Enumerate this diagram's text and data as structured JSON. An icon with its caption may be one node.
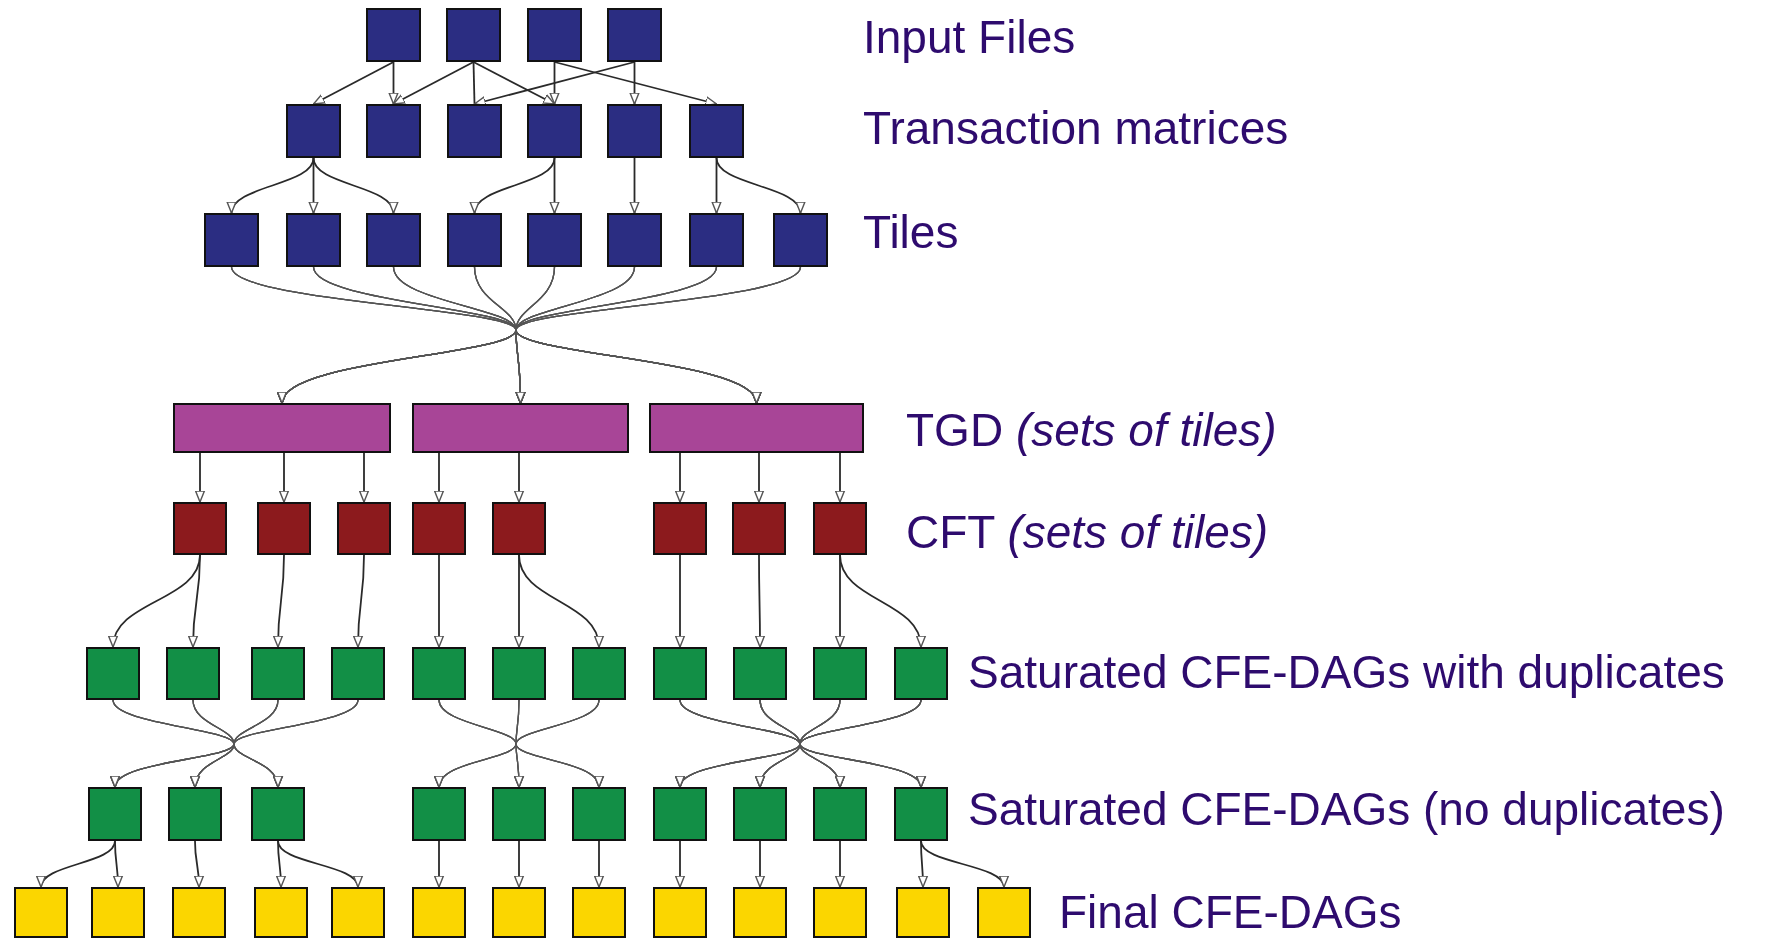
{
  "diagram": {
    "nodes": [
      {
        "text": [],
        "shape": "box"
      },
      {
        "text": [],
        "shape": "box"
      },
      {
        "text": [],
        "shape": "box"
      },
      {
        "text": [],
        "shape": "box"
      },
      {
        "text": [],
        "shape": "box"
      },
      {
        "text": [],
        "shape": "box"
      },
      {
        "text": [],
        "shape": "box"
      },
      {
        "text": [],
        "shape": "box"
      },
      {
        "text": [],
        "shape": "box"
      },
      {
        "text": [],
        "shape": "box"
      },
      {
        "text": [],
        "shape": "box"
      },
      {
        "text": [],
        "shape": "box"
      },
      {
        "text": [],
        "shape": "box"
      },
      {
        "text": [],
        "shape": "box"
      },
      {
        "text": [],
        "shape": "box"
      },
      {
        "text": [],
        "shape": "box"
      },
      {
        "text": [],
        "shape": "box"
      },
      {
        "text": [],
        "shape": "box"
      },
      {
        "text": [],
        "shape": "box"
      },
      {
        "text": [],
        "shape": "box"
      },
      {
        "text": [],
        "shape": "box"
      },
      {
        "text": [],
        "shape": "box"
      },
      {
        "text": [],
        "shape": "box"
      },
      {
        "text": [],
        "shape": "box"
      },
      {
        "text": [],
        "shape": "box"
      },
      {
        "text": [],
        "shape": "box"
      },
      {
        "text": [],
        "shape": "box"
      },
      {
        "text": [],
        "shape": "box"
      },
      {
        "text": [],
        "shape": "box"
      },
      {
        "text": [],
        "shape": "box"
      },
      {
        "text": [],
        "shape": "box"
      },
      {
        "text": [],
        "shape": "box"
      },
      {
        "text": [],
        "shape": "box"
      },
      {
        "text": [],
        "shape": "box"
      },
      {
        "text": [],
        "shape": "box"
      },
      {
        "text": [],
        "shape": "box"
      },
      {
        "text": [],
        "shape": "box"
      },
      {
        "text": [],
        "shape": "box"
      },
      {
        "text": [],
        "shape": "box"
      },
      {
        "text": [],
        "shape": "box"
      },
      {
        "text": [],
        "shape": "box"
      },
      {
        "text": [],
        "shape": "box"
      },
      {
        "text": [],
        "shape": "box"
      },
      {
        "text": [],
        "shape": "box"
      },
      {
        "text": [],
        "shape": "box"
      },
      {
        "text": [],
        "shape": "box"
      },
      {
        "text": [],
        "shape": "box"
      },
      {
        "text": [],
        "shape": "box"
      },
      {
        "text": [],
        "shape": "box"
      },
      {
        "text": [],
        "shape": "box"
      },
      {
        "text": [],
        "shape": "box"
      },
      {
        "text": [],
        "shape": "box"
      },
      {
        "text": [],
        "shape": "box"
      },
      {
        "text": [],
        "shape": "box"
      },
      {
        "text": [],
        "shape": "box"
      },
      {
        "text": [],
        "shape": "box"
      },
      {
        "text": [],
        "shape": "box"
      },
      {
        "text": [],
        "shape": "box"
      },
      {
        "text": [],
        "shape": "box"
      },
      {
        "text": [],
        "shape": "box"
      },
      {
        "text": [],
        "shape": "box"
      },
      {
        "text": [],
        "shape": "box"
      },
      {
        "text": [],
        "shape": "box"
      }
    ],
    "edges": [
      {
        "from": 0,
        "to": 4,
        "arrow": "to"
      },
      {
        "from": 0,
        "to": 5,
        "arrow": "to"
      },
      {
        "from": 1,
        "to": 5,
        "arrow": "to"
      },
      {
        "from": 1,
        "to": 6,
        "arrow": "none"
      },
      {
        "from": 1,
        "to": 7,
        "arrow": "to"
      },
      {
        "from": 2,
        "to": 7,
        "arrow": "to"
      },
      {
        "from": 2,
        "to": 9,
        "arrow": "to"
      },
      {
        "from": 3,
        "to": 6,
        "arrow": "to"
      },
      {
        "from": 3,
        "to": 8,
        "arrow": "to"
      },
      {
        "from": 4,
        "to": 10,
        "arrow": "to"
      },
      {
        "from": 4,
        "to": 11,
        "arrow": "to"
      },
      {
        "from": 4,
        "to": 12,
        "arrow": "to"
      },
      {
        "from": 7,
        "to": 13,
        "arrow": "to"
      },
      {
        "from": 7,
        "to": 14,
        "arrow": "to"
      },
      {
        "from": 8,
        "to": 15,
        "arrow": "to"
      },
      {
        "from": 9,
        "to": 16,
        "arrow": "to"
      },
      {
        "from": 9,
        "to": 17,
        "arrow": "to"
      },
      {
        "from": 10,
        "to": 18,
        "arrow": "to"
      },
      {
        "from": 10,
        "to": 19,
        "arrow": "to"
      },
      {
        "from": 10,
        "to": 20,
        "arrow": "to"
      },
      {
        "from": 11,
        "to": 18,
        "arrow": "to"
      },
      {
        "from": 11,
        "to": 19,
        "arrow": "to"
      },
      {
        "from": 11,
        "to": 20,
        "arrow": "to"
      },
      {
        "from": 12,
        "to": 18,
        "arrow": "to"
      },
      {
        "from": 12,
        "to": 19,
        "arrow": "to"
      },
      {
        "from": 12,
        "to": 20,
        "arrow": "to"
      },
      {
        "from": 13,
        "to": 18,
        "arrow": "to"
      },
      {
        "from": 13,
        "to": 19,
        "arrow": "to"
      },
      {
        "from": 13,
        "to": 20,
        "arrow": "to"
      },
      {
        "from": 14,
        "to": 18,
        "arrow": "to"
      },
      {
        "from": 14,
        "to": 19,
        "arrow": "to"
      },
      {
        "from": 14,
        "to": 20,
        "arrow": "to"
      },
      {
        "from": 15,
        "to": 18,
        "arrow": "to"
      },
      {
        "from": 15,
        "to": 19,
        "arrow": "to"
      },
      {
        "from": 15,
        "to": 20,
        "arrow": "to"
      },
      {
        "from": 16,
        "to": 18,
        "arrow": "to"
      },
      {
        "from": 16,
        "to": 19,
        "arrow": "to"
      },
      {
        "from": 16,
        "to": 20,
        "arrow": "to"
      },
      {
        "from": 17,
        "to": 18,
        "arrow": "to"
      },
      {
        "from": 17,
        "to": 19,
        "arrow": "to"
      },
      {
        "from": 17,
        "to": 20,
        "arrow": "to"
      },
      {
        "from": 18,
        "to": 21,
        "arrow": "to"
      },
      {
        "from": 18,
        "to": 22,
        "arrow": "to"
      },
      {
        "from": 18,
        "to": 23,
        "arrow": "to"
      },
      {
        "from": 19,
        "to": 24,
        "arrow": "to"
      },
      {
        "from": 19,
        "to": 25,
        "arrow": "to"
      },
      {
        "from": 20,
        "to": 26,
        "arrow": "to"
      },
      {
        "from": 20,
        "to": 27,
        "arrow": "to"
      },
      {
        "from": 20,
        "to": 28,
        "arrow": "to"
      },
      {
        "from": 21,
        "to": 29,
        "arrow": "to"
      },
      {
        "from": 21,
        "to": 30,
        "arrow": "to"
      },
      {
        "from": 22,
        "to": 31,
        "arrow": "to"
      },
      {
        "from": 23,
        "to": 32,
        "arrow": "to"
      },
      {
        "from": 24,
        "to": 33,
        "arrow": "to"
      },
      {
        "from": 25,
        "to": 34,
        "arrow": "to"
      },
      {
        "from": 25,
        "to": 35,
        "arrow": "to"
      },
      {
        "from": 26,
        "to": 36,
        "arrow": "to"
      },
      {
        "from": 27,
        "to": 37,
        "arrow": "to"
      },
      {
        "from": 28,
        "to": 38,
        "arrow": "to"
      },
      {
        "from": 28,
        "to": 39,
        "arrow": "to"
      },
      {
        "from": 29,
        "to": 40,
        "arrow": "to"
      },
      {
        "from": 29,
        "to": 41,
        "arrow": "to"
      },
      {
        "from": 29,
        "to": 42,
        "arrow": "to"
      },
      {
        "from": 30,
        "to": 40,
        "arrow": "to"
      },
      {
        "from": 30,
        "to": 41,
        "arrow": "to"
      },
      {
        "from": 30,
        "to": 42,
        "arrow": "to"
      },
      {
        "from": 31,
        "to": 40,
        "arrow": "to"
      },
      {
        "from": 31,
        "to": 41,
        "arrow": "to"
      },
      {
        "from": 31,
        "to": 42,
        "arrow": "to"
      },
      {
        "from": 32,
        "to": 40,
        "arrow": "to"
      },
      {
        "from": 32,
        "to": 41,
        "arrow": "to"
      },
      {
        "from": 32,
        "to": 42,
        "arrow": "to"
      },
      {
        "from": 33,
        "to": 43,
        "arrow": "to"
      },
      {
        "from": 33,
        "to": 44,
        "arrow": "to"
      },
      {
        "from": 33,
        "to": 45,
        "arrow": "to"
      },
      {
        "from": 34,
        "to": 43,
        "arrow": "to"
      },
      {
        "from": 34,
        "to": 44,
        "arrow": "to"
      },
      {
        "from": 34,
        "to": 45,
        "arrow": "to"
      },
      {
        "from": 35,
        "to": 43,
        "arrow": "to"
      },
      {
        "from": 35,
        "to": 44,
        "arrow": "to"
      },
      {
        "from": 35,
        "to": 45,
        "arrow": "to"
      },
      {
        "from": 36,
        "to": 46,
        "arrow": "to"
      },
      {
        "from": 36,
        "to": 47,
        "arrow": "to"
      },
      {
        "from": 36,
        "to": 48,
        "arrow": "to"
      },
      {
        "from": 36,
        "to": 49,
        "arrow": "to"
      },
      {
        "from": 37,
        "to": 46,
        "arrow": "to"
      },
      {
        "from": 37,
        "to": 47,
        "arrow": "to"
      },
      {
        "from": 37,
        "to": 48,
        "arrow": "to"
      },
      {
        "from": 37,
        "to": 49,
        "arrow": "to"
      },
      {
        "from": 38,
        "to": 46,
        "arrow": "to"
      },
      {
        "from": 38,
        "to": 47,
        "arrow": "to"
      },
      {
        "from": 38,
        "to": 48,
        "arrow": "to"
      },
      {
        "from": 38,
        "to": 49,
        "arrow": "to"
      },
      {
        "from": 39,
        "to": 46,
        "arrow": "to"
      },
      {
        "from": 39,
        "to": 47,
        "arrow": "to"
      },
      {
        "from": 39,
        "to": 48,
        "arrow": "to"
      },
      {
        "from": 39,
        "to": 49,
        "arrow": "to"
      },
      {
        "from": 40,
        "to": 50,
        "arrow": "to"
      },
      {
        "from": 40,
        "to": 51,
        "arrow": "to"
      },
      {
        "from": 41,
        "to": 52,
        "arrow": "to"
      },
      {
        "from": 42,
        "to": 53,
        "arrow": "to"
      },
      {
        "from": 42,
        "to": 54,
        "arrow": "to"
      },
      {
        "from": 43,
        "to": 55,
        "arrow": "to"
      },
      {
        "from": 44,
        "to": 56,
        "arrow": "to"
      },
      {
        "from": 45,
        "to": 57,
        "arrow": "to"
      },
      {
        "from": 46,
        "to": 58,
        "arrow": "to"
      },
      {
        "from": 47,
        "to": 59,
        "arrow": "to"
      },
      {
        "from": 48,
        "to": 60,
        "arrow": "to"
      },
      {
        "from": 49,
        "to": 61,
        "arrow": "to"
      },
      {
        "from": 49,
        "to": 62,
        "arrow": "to"
      }
    ],
    "labels": [
      "Input Files",
      "Transaction matrices",
      "Tiles",
      "TGD *(sets of tiles)*",
      "CFT *(sets of tiles)*",
      "Saturated CFE-DAGs with duplicates",
      "Saturated CFE-DAGs (no duplicates)",
      "Final CFE-DAGs"
    ]
  }
}
